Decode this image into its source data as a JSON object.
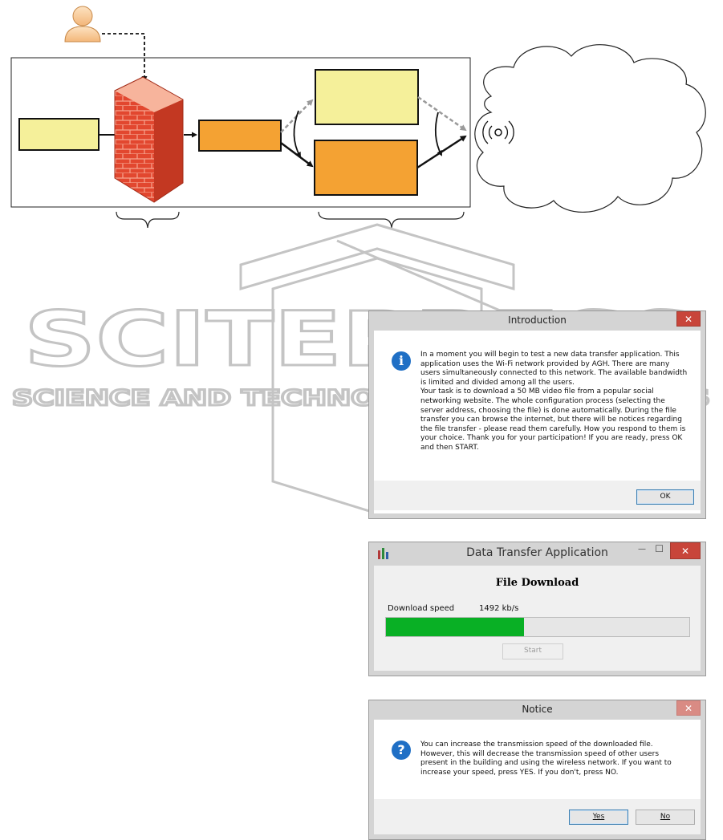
{
  "dialog_intro": {
    "title": "Introduction",
    "close_glyph": "✕",
    "message_p1": "In a moment you will begin to test a new data transfer application. This application uses the Wi-Fi network provided by AGH. There are many users simultaneously connected to this network. The available bandwidth is limited and divided among all the users.",
    "message_p2": "Your task is to download a 50 MB video file from a popular social networking website. The whole configuration process (selecting the server address, choosing the file) is done automatically. During the file transfer you can browse the internet, but there will be notices regarding the file transfer - please read them carefully. How you respond to them is your choice. Thank you for your participation! If you are ready, press OK and then START.",
    "ok_label": "OK",
    "icon": "info-icon"
  },
  "dialog_app": {
    "title": "Data Transfer Application",
    "minimize_glyph": "—",
    "maximize_glyph": "☐",
    "close_glyph": "✕",
    "heading": "File Download",
    "speed_label": "Download speed",
    "speed_value": "1492 kb/s",
    "progress_fraction": 0.455,
    "start_label": "Start",
    "app_icon": "bar-chart-icon"
  },
  "dialog_notice": {
    "title": "Notice",
    "close_glyph": "✕",
    "message": "You can increase the transmission speed of the downloaded file. However, this will decrease the transmission speed of other users present in the building and using the wireless network. If you want to increase your speed, press YES. If you don't, press NO.",
    "yes_label": "Yes",
    "no_label": "No",
    "icon": "question-icon"
  },
  "watermark": {
    "line1": "SCITEPRESS",
    "line2": "SCIENCE AND TECHNOLOGY PUBLICATIONS"
  },
  "colors": {
    "box_yellow": "#f5f09a",
    "box_orange": "#f4a233",
    "progress_green": "#09b025",
    "titlebar_gray": "#d4d4d4",
    "close_red": "#c8453a",
    "icon_blue": "#1f6fc5"
  }
}
